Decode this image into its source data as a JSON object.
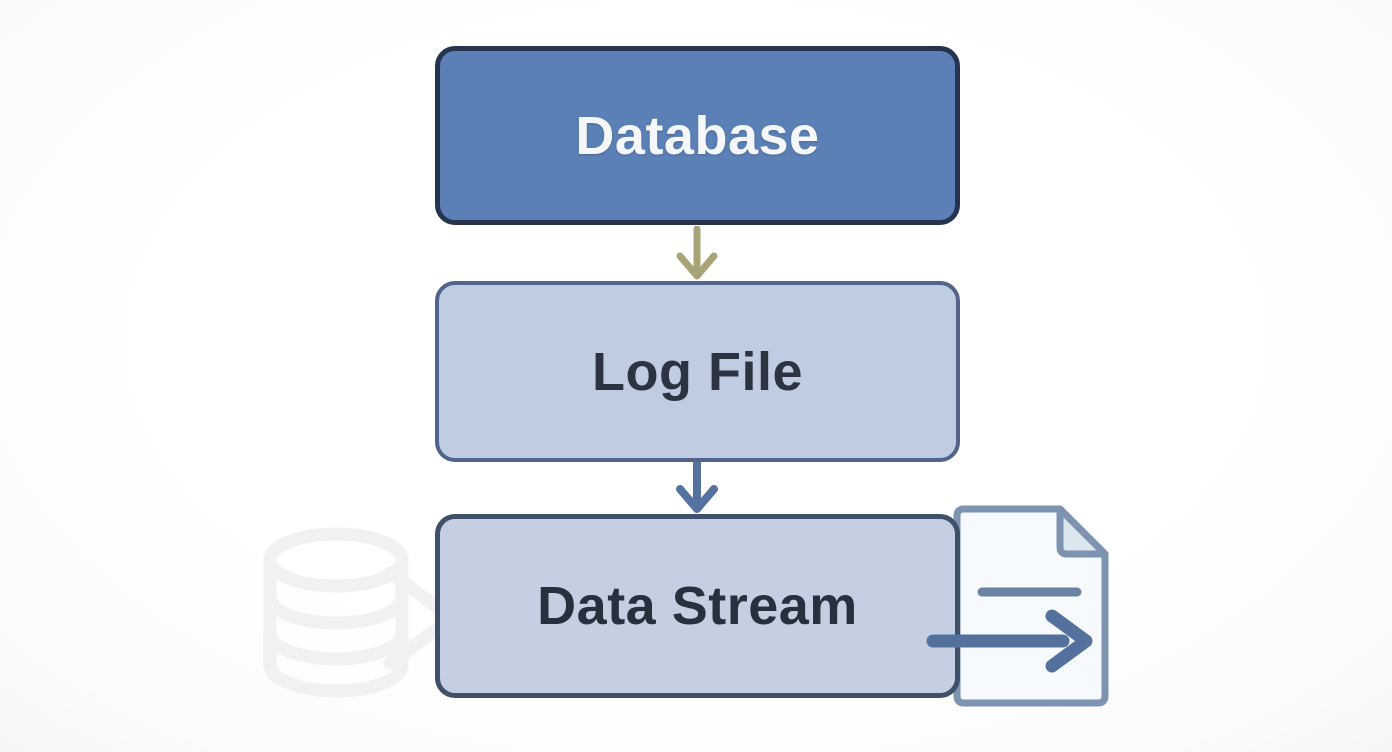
{
  "diagram": {
    "type": "flowchart",
    "orientation": "vertical",
    "background": "#ffffff",
    "nodes": [
      {
        "id": "database",
        "label": "Database",
        "fill": "#5b80b5",
        "border": "#263450",
        "text_color": "#f5f7fa"
      },
      {
        "id": "log-file",
        "label": "Log File",
        "fill": "#c0cce1",
        "border": "#53648c",
        "text_color": "#2b3440"
      },
      {
        "id": "data-stream",
        "label": "Data Stream",
        "fill": "#c4cfe2",
        "border": "#3f5069",
        "text_color": "#27313e"
      }
    ],
    "edges": [
      {
        "from": "database",
        "to": "log-file",
        "direction": "down",
        "color": "#a9a478",
        "style": "open-chevron-arrow"
      },
      {
        "from": "log-file",
        "to": "data-stream",
        "direction": "down",
        "color": "#54719f",
        "style": "open-chevron-arrow"
      }
    ],
    "icons": [
      {
        "name": "document-export-icon",
        "description": "page with folded corner, horizontal line and right arrow",
        "outline_color": "#7e93b0",
        "fill_color": "#f7fafc",
        "fold_color": "#dce6ee",
        "line_color": "#6d83a3",
        "arrow_color": "#54719e"
      },
      {
        "name": "database-watermark-icon",
        "description": "faint database cylinder with crossing lines",
        "color": "#f0f1f3"
      }
    ]
  }
}
